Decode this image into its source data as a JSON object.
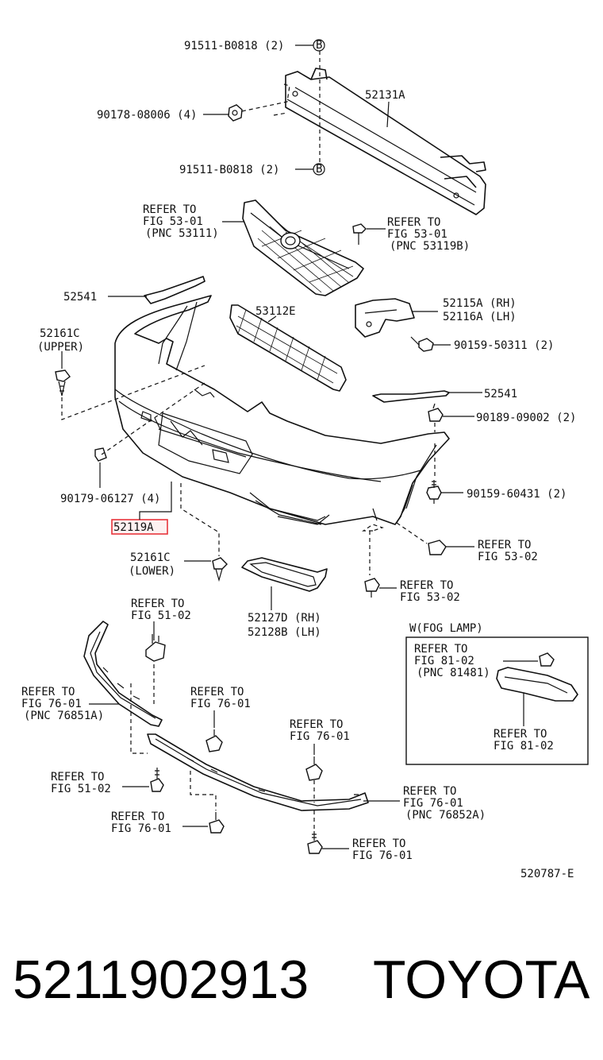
{
  "labels": {
    "l_91511_top": "91511-B0818 (2)",
    "l_b_top": "B",
    "l_52131a": "52131A",
    "l_90178": "90178-08006 (4)",
    "l_91511_bot": "91511-B0818 (2)",
    "l_b_bot": "B",
    "l_refer_53_01_a1": "REFER TO",
    "l_refer_53_01_a2": "FIG 53-01",
    "l_refer_53_01_a3": "(PNC 53111)",
    "l_refer_53_01_b1": "REFER TO",
    "l_refer_53_01_b2": "FIG 53-01",
    "l_refer_53_01_b3": "(PNC 53119B)",
    "l_52541_top": "52541",
    "l_53112e": "53112E",
    "l_52115a": "52115A (RH)",
    "l_52116a": "52116A (LH)",
    "l_52161c_u1": "52161C",
    "l_52161c_u2": "(UPPER)",
    "l_90159_50311": "90159-50311 (2)",
    "l_52541_right": "52541",
    "l_90189": "90189-09002 (2)",
    "l_90179": "90179-06127 (4)",
    "l_90159_60431": "90159-60431 (2)",
    "l_52119a": "52119A",
    "l_refer_53_02_a1": "REFER TO",
    "l_refer_53_02_a2": "FIG 53-02",
    "l_52161c_l1": "52161C",
    "l_52161c_l2": "(LOWER)",
    "l_refer_53_02_b1": "REFER TO",
    "l_refer_53_02_b2": "FIG 53-02",
    "l_refer_51_02_a1": "REFER TO",
    "l_refer_51_02_a2": "FIG 51-02",
    "l_52127d": "52127D (RH)",
    "l_52128b": "52128B (LH)",
    "l_fog_title": "W(FOG LAMP)",
    "l_fog_r1": "REFER TO",
    "l_fog_r2": "FIG 81-02",
    "l_fog_r3": "(PNC 81481)",
    "l_fog_r4": "REFER TO",
    "l_fog_r5": "FIG 81-02",
    "l_76_01_a1": "REFER TO",
    "l_76_01_a2": "FIG 76-01",
    "l_76_01_a3": "(PNC 76851A)",
    "l_76_01_b1": "REFER TO",
    "l_76_01_b2": "FIG 76-01",
    "l_76_01_c1": "REFER TO",
    "l_76_01_c2": "FIG 76-01",
    "l_51_02_b1": "REFER TO",
    "l_51_02_b2": "FIG 51-02",
    "l_76_01_d1": "REFER TO",
    "l_76_01_d2": "FIG 76-01",
    "l_76_01_d3": "(PNC 76852A)",
    "l_76_01_e1": "REFER TO",
    "l_76_01_e2": "FIG 76-01",
    "l_76_01_f1": "REFER TO",
    "l_76_01_f2": "FIG 76-01",
    "l_diagram_id": "520787-E"
  },
  "footer": {
    "part_number": "5211902913",
    "brand": "TOYOTA"
  },
  "colors": {
    "highlight": "#e8333a",
    "ink": "#111111"
  }
}
